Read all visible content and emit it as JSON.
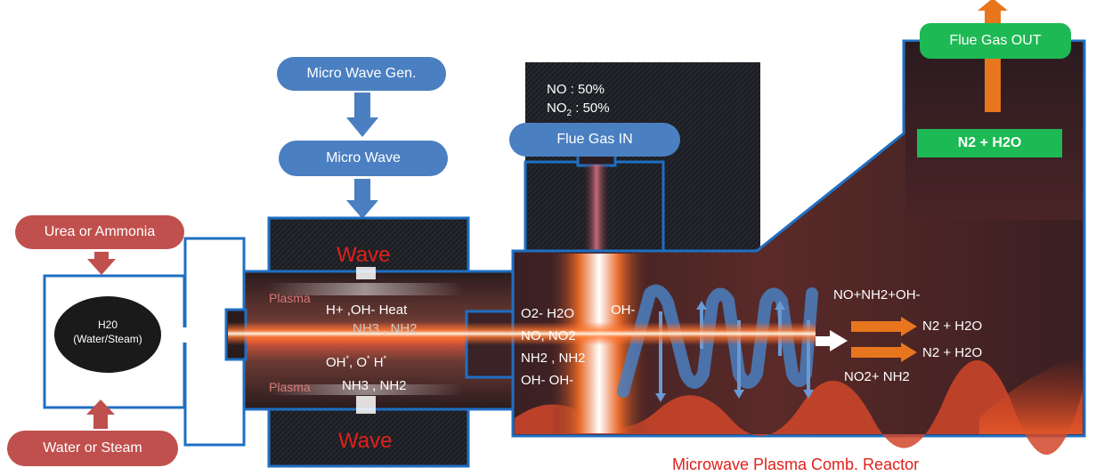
{
  "inputs": {
    "urea_label": "Urea or Ammonia",
    "water_label": "Water or Steam",
    "h2o_line1": "H20",
    "h2o_line2": "(Water/Steam)"
  },
  "microwave": {
    "generator_label": "Micro Wave Gen.",
    "wave_label": "Micro Wave"
  },
  "plasma_torch": {
    "wave_top": "Wave",
    "wave_bottom": "Wave",
    "plasma_top": "Plasma",
    "plasma_bottom": "Plasma",
    "species_line1": "H+  ,OH-  Heat",
    "species_line2": "NH3 , NH2",
    "species_line3_a": "OH",
    "species_line3_b": ", O",
    "species_line3_c": "  H",
    "species_star": "*",
    "species_line4": "NH3 , NH2"
  },
  "flue_gas_in": {
    "label": "Flue Gas  IN",
    "no_line": "NO : 50%",
    "no2_prefix": "NO",
    "no2_sub": "2",
    "no2_suffix": " : 50%"
  },
  "reactor": {
    "species_col1": [
      "O2-  H2O",
      "NO,  NO2",
      "NH2 , NH2",
      "OH-   OH-"
    ],
    "species_col2": "OH-",
    "reaction_top": "NO+NH2+OH-",
    "product_1": "N2 + H2O",
    "product_2": "N2 + H2O",
    "reaction_bottom": "NO2+ NH2",
    "title": "Microwave Plasma Comb. Reactor"
  },
  "outlet": {
    "label": "Flue Gas  OUT",
    "product": "N2 + H2O"
  },
  "colors": {
    "blue_box": "#4a7fc1",
    "red_box": "#c0504d",
    "green_box": "#1db954",
    "frame_blue": "#1f6fc3",
    "wave_red": "#e0201b",
    "arrow_orange": "#e8761e"
  }
}
